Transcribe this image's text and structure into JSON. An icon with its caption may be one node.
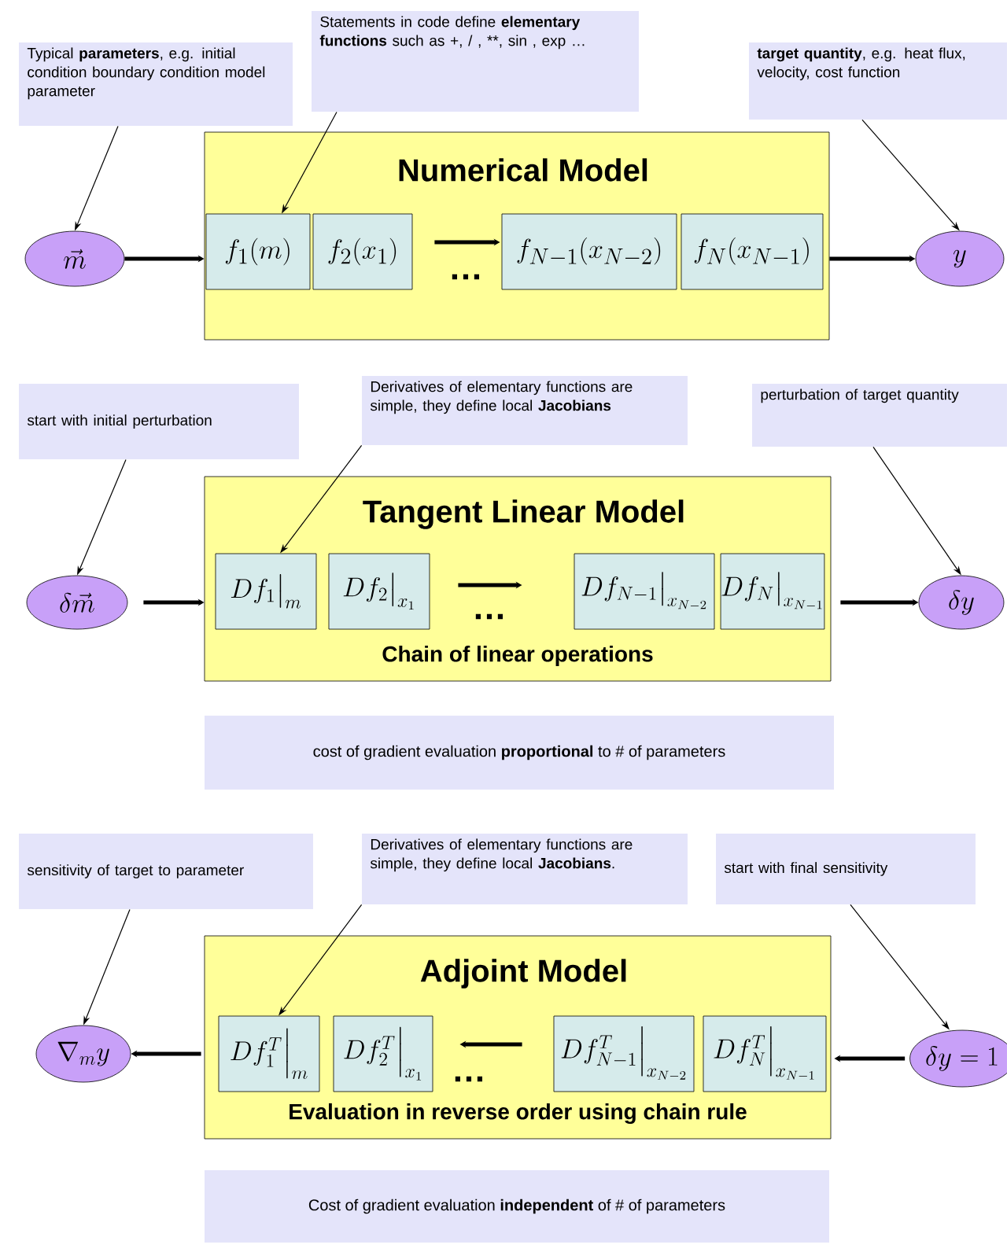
{
  "diagram": {
    "nodes": [
      {
        "text": [
          "Typical **parameters**, e.g. initial condition boundary condition model parameter"
        ]
      },
      {
        "text": [
          "Statements in code define **elementary functions** such as +, / , **, sin , exp …"
        ]
      },
      {
        "text": [
          "**target quantity**, e.g. heat flux, velocity, cost function"
        ]
      },
      {
        "text": [
          "Numerical Model"
        ]
      },
      {
        "text": [
          "f_{1}(m)"
        ],
        "in": 3
      },
      {
        "text": [
          "f_{2}(x_{1})"
        ],
        "in": 3
      },
      {
        "text": [
          "f_{N-1}(x_{N-2})"
        ],
        "in": 3
      },
      {
        "text": [
          "f_{N}(x_{N-1})"
        ],
        "in": 3
      },
      {
        "text": [
          "\\vec{m}"
        ]
      },
      {
        "text": [
          "y"
        ]
      },
      {
        "text": [
          "start with initial perturbation"
        ]
      },
      {
        "text": [
          "Derivatives of elementary functions are simple, they define local **Jacobians**"
        ]
      },
      {
        "text": [
          "perturbation of target quantity"
        ]
      },
      {
        "text": [
          "Tangent Linear Model",
          "Chain of linear operations"
        ]
      },
      {
        "text": [
          "D f_{1}\\big|_{m}"
        ],
        "in": 13
      },
      {
        "text": [
          "D f_{2}\\big|_{x_{1}}"
        ],
        "in": 13
      },
      {
        "text": [
          "D f_{N-1}\\big|_{x_{N-2}}"
        ],
        "in": 13
      },
      {
        "text": [
          "D f_{N}\\big|_{x_{N-1}}"
        ],
        "in": 13
      },
      {
        "text": [
          "\\delta\\vec{m}"
        ]
      },
      {
        "text": [
          "\\delta y"
        ]
      },
      {
        "text": [
          "cost of gradient evaluation **proportional** to # of parameters"
        ]
      },
      {
        "text": [
          "sensitivity of target to parameter"
        ]
      },
      {
        "text": [
          "Derivatives of elementary functions are simple, they define local **Jacobians**."
        ]
      },
      {
        "text": [
          "start with final sensitivity"
        ]
      },
      {
        "text": [
          "Adjoint Model",
          "Evaluation in reverse order using chain rule"
        ]
      },
      {
        "text": [
          "D f_{1}^{T}\\Big|_{m}"
        ],
        "in": 24
      },
      {
        "text": [
          "D f_{2}^{T}\\Big|_{x_{1}}"
        ],
        "in": 24
      },
      {
        "text": [
          "D f_{N-1}^{T}\\Big|_{x_{N-2}}"
        ],
        "in": 24
      },
      {
        "text": [
          "D f_{N}^{T}\\Big|_{x_{N-1}}"
        ],
        "in": 24
      },
      {
        "text": [
          "\\nabla_{m} y"
        ]
      },
      {
        "text": [
          "\\delta y=1"
        ]
      },
      {
        "text": [
          "Cost of gradient evaluation **independent** of # of parameters"
        ]
      }
    ],
    "edges": [
      {
        "from": 0,
        "to": 8,
        "arrow": "to"
      },
      {
        "from": 1,
        "to": 4,
        "arrow": "to"
      },
      {
        "from": 2,
        "to": 9,
        "arrow": "to"
      },
      {
        "from": 8,
        "to": 3,
        "arrow": "to",
        "style": "thick"
      },
      {
        "from": 5,
        "to": 6,
        "arrow": "to",
        "style": "thick"
      },
      {
        "from": 3,
        "to": 9,
        "arrow": "to",
        "style": "thick"
      },
      {
        "from": 10,
        "to": 18,
        "arrow": "to"
      },
      {
        "from": 11,
        "to": 14,
        "arrow": "to"
      },
      {
        "from": 12,
        "to": 19,
        "arrow": "to"
      },
      {
        "from": 18,
        "to": 13,
        "arrow": "to",
        "style": "thick"
      },
      {
        "from": 15,
        "to": 16,
        "arrow": "to",
        "style": "thick"
      },
      {
        "from": 13,
        "to": 19,
        "arrow": "to",
        "style": "thick"
      },
      {
        "from": 21,
        "to": 29,
        "arrow": "to"
      },
      {
        "from": 22,
        "to": 25,
        "arrow": "to"
      },
      {
        "from": 23,
        "to": 30,
        "arrow": "to"
      },
      {
        "from": 24,
        "to": 29,
        "arrow": "to",
        "style": "thick"
      },
      {
        "from": 27,
        "to": 26,
        "arrow": "to",
        "style": "thick"
      },
      {
        "from": 30,
        "to": 24,
        "arrow": "to",
        "style": "thick"
      }
    ],
    "labels": [
      "…",
      "…",
      "…"
    ]
  }
}
